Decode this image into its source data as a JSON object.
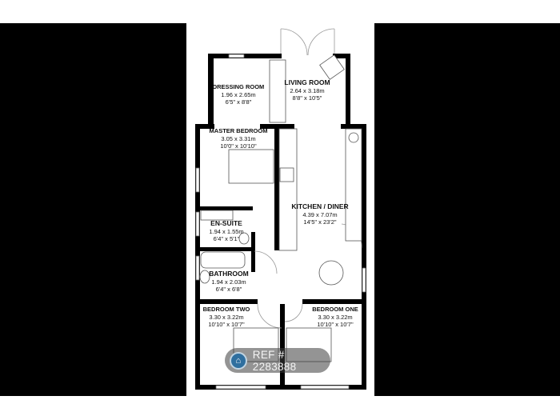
{
  "rooms": [
    {
      "name": "DRESSING ROOM",
      "metric": "1.96 x 2.65m",
      "imperial": "6'5\" x 8'8\""
    },
    {
      "name": "LIVING ROOM",
      "metric": "2.64 x 3.18m",
      "imperial": "8'8\" x 10'5\""
    },
    {
      "name": "MASTER BEDROOM",
      "metric": "3.05 x 3.31m",
      "imperial": "10'0\" x 10'10\""
    },
    {
      "name": "KITCHEN / DINER",
      "metric": "4.39 x 7.07m",
      "imperial": "14'5\" x 23'2\""
    },
    {
      "name": "EN-SUITE",
      "metric": "1.94 x 1.55m",
      "imperial": "6'4\" x 5'1\""
    },
    {
      "name": "BATHROOM",
      "metric": "1.94 x 2.03m",
      "imperial": "6'4\" x 6'8\""
    },
    {
      "name": "BEDROOM TWO",
      "metric": "3.30 x 3.22m",
      "imperial": "10'10\" x 10'7\""
    },
    {
      "name": "BEDROOM ONE",
      "metric": "3.30 x 3.22m",
      "imperial": "10'10\" x 10'7\""
    }
  ],
  "watermark": {
    "text": "REF # 2283888",
    "icon": "home-icon"
  },
  "colors": {
    "wall": "#000000",
    "background_bars": "#000000",
    "fixture": "#888888"
  }
}
